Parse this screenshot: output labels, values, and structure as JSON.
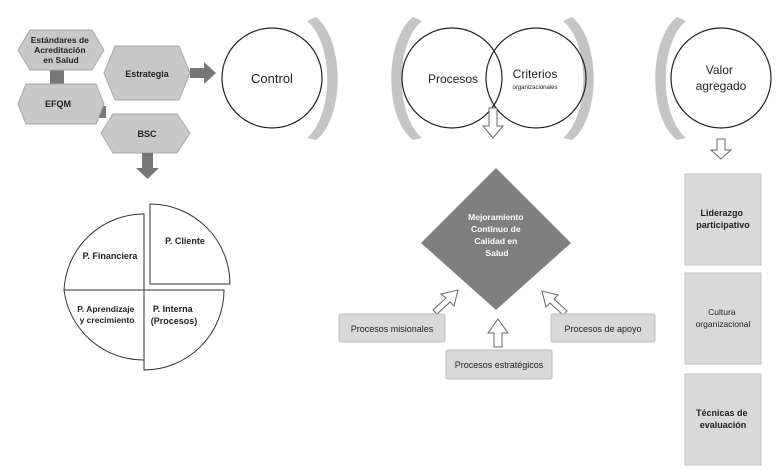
{
  "left": {
    "hex_standards": [
      "Estándares de",
      "Acreditación",
      "en Salud"
    ],
    "hex_efqm": "EFQM",
    "hex_strategy": "Estrategia",
    "hex_bsc": "BSC",
    "control": "Control",
    "pie": {
      "financial": "P. Financiera",
      "client": "P. Cliente",
      "learning": [
        "P. Aprendizaje",
        "y crecimiento"
      ],
      "internal": [
        "P. Interna",
        "(Procesos)"
      ]
    }
  },
  "middle": {
    "processes": "Procesos",
    "criteria": "Criterios",
    "criteria_sub": "organizacionales",
    "diamond": [
      "Mejoramiento",
      "Continuo de",
      "Calidad en",
      "Salud"
    ],
    "misionales": "Procesos misionales",
    "estrategicos": "Procesos estratégicos",
    "apoyo": "Procesos de apoyo"
  },
  "right": {
    "value": [
      "Valor",
      "agregado"
    ],
    "boxes": [
      [
        "Liderazgo",
        "participativo"
      ],
      [
        "Cultura",
        "organizacional"
      ],
      [
        "Técnicas de",
        "evaluación"
      ]
    ]
  },
  "colors": {
    "hex_fill": "#c8c8c8",
    "hex_stroke": "#a8a8a8",
    "arrow_dark": "#777777",
    "diamond": "#7f7f7f",
    "box_fill": "#d9d9d9",
    "arc": "#c4c4c4"
  }
}
